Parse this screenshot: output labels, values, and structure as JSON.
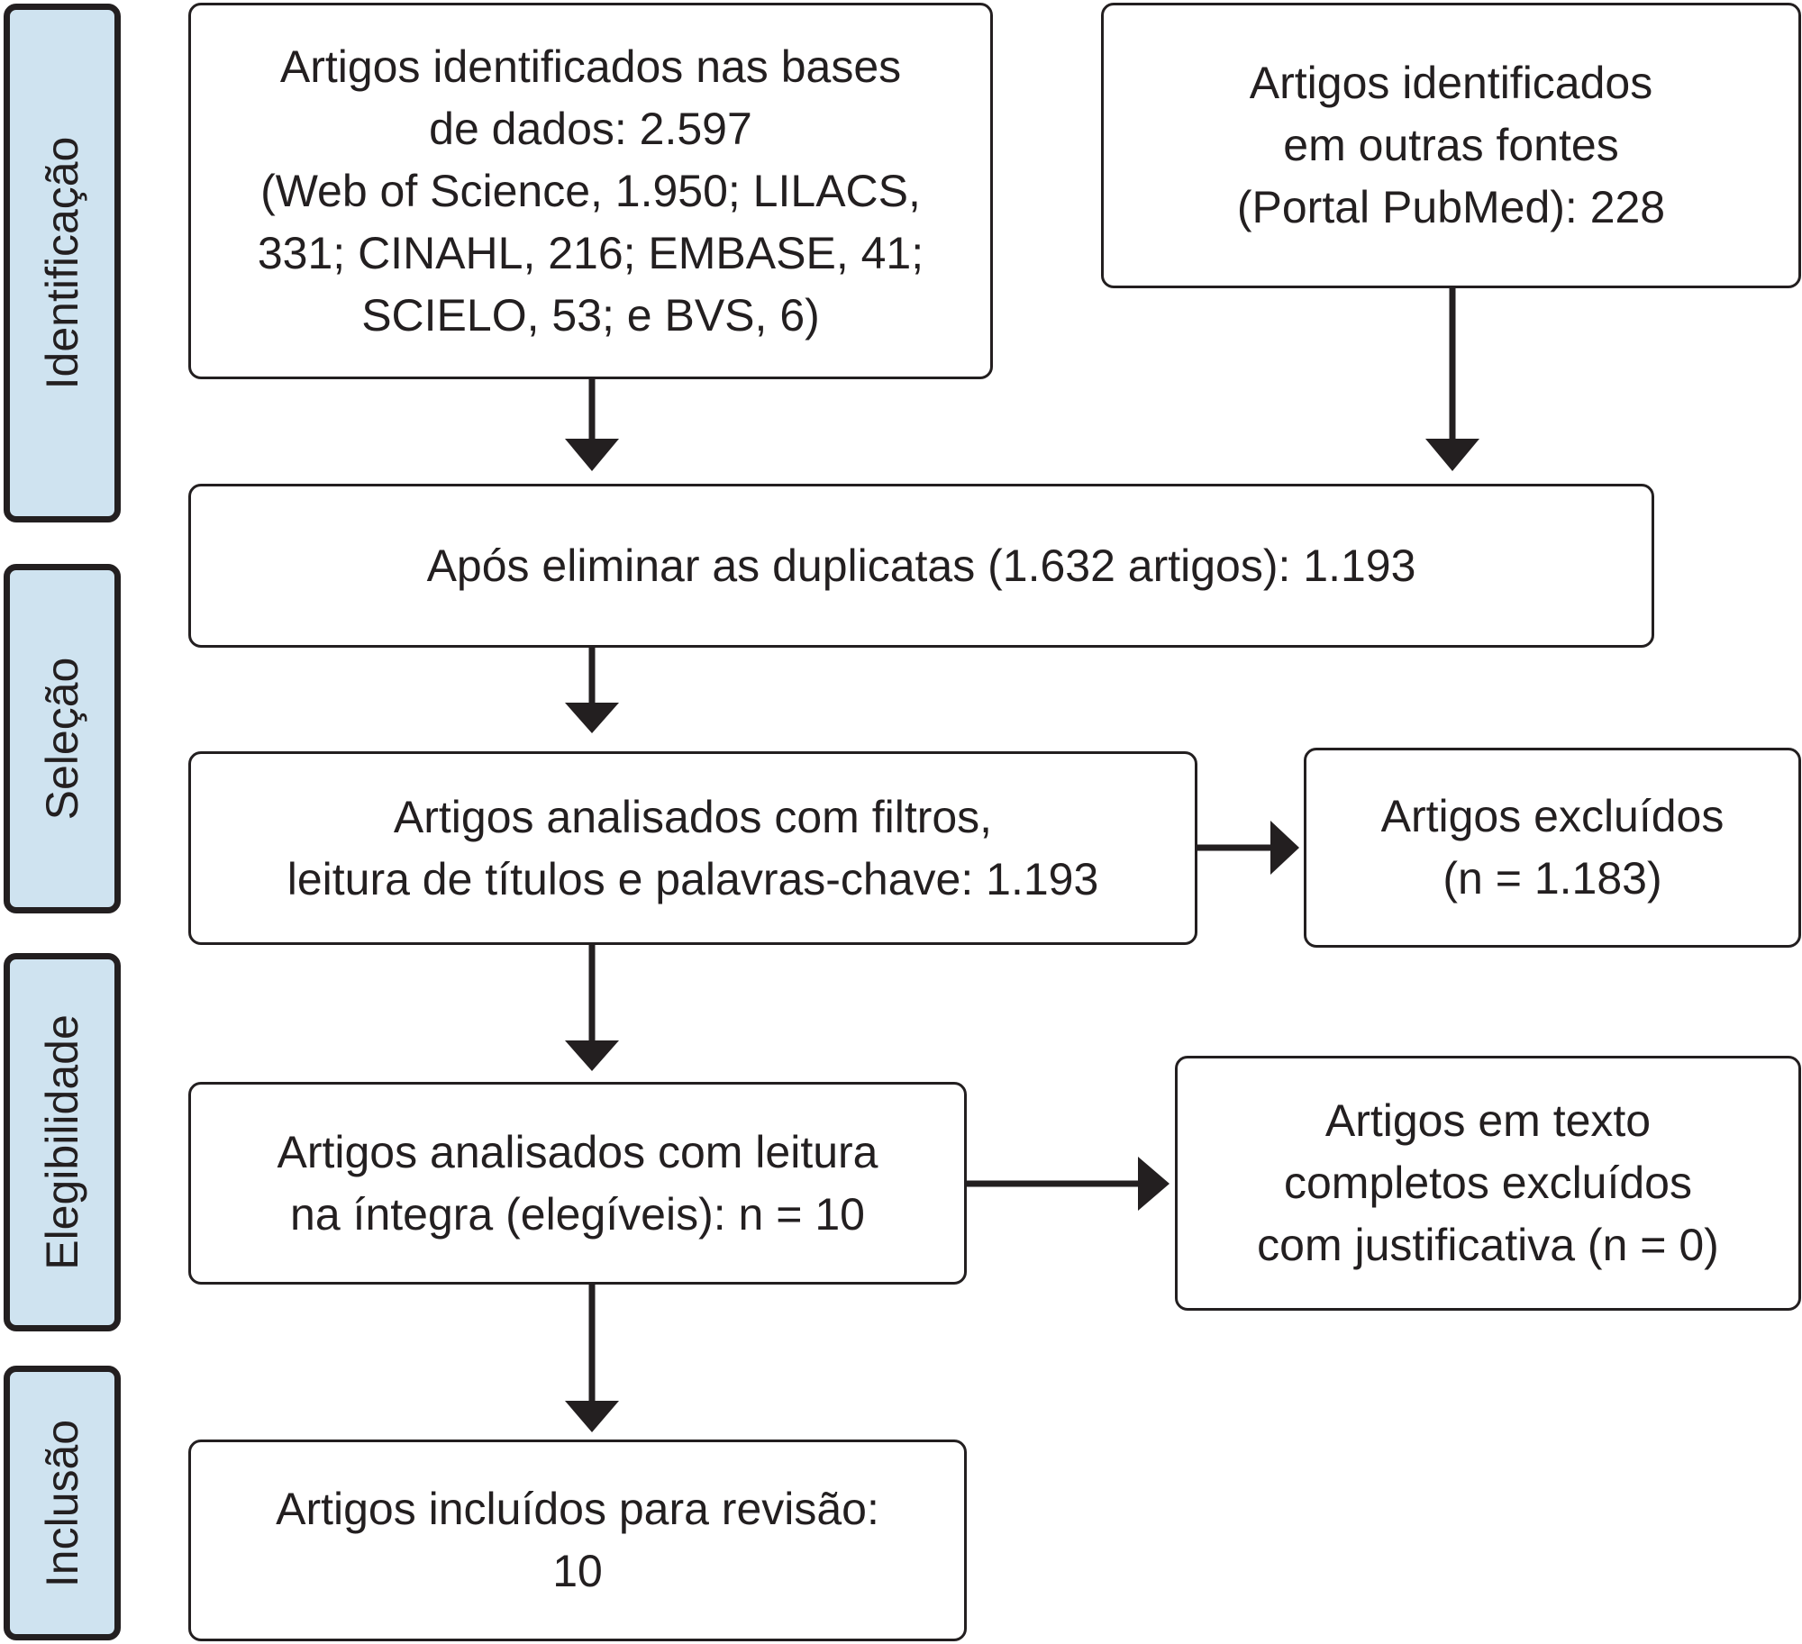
{
  "stages": {
    "identificacao": "Identificação",
    "selecao": "Seleção",
    "elegibilidade": "Elegibilidade",
    "inclusao": "Inclusão"
  },
  "boxes": {
    "databases": "Artigos identificados nas bases\nde dados: 2.597\n(Web of Science, 1.950; LILACS,\n331; CINAHL, 216; EMBASE, 41;\nSCIELO, 53; e BVS, 6)",
    "other_sources": "Artigos identificados\nem outras fontes\n(Portal PubMed): 228",
    "after_duplicates": "Após eliminar as duplicatas (1.632 artigos): 1.193",
    "screened": "Artigos analisados com filtros,\nleitura de títulos e palavras-chave: 1.193",
    "excluded": "Artigos excluídos\n(n = 1.183)",
    "full_text_assessed": "Artigos analisados com leitura\nna íntegra (elegíveis): n = 10",
    "full_text_excluded": "Artigos em texto\ncompletos excluídos\ncom justificativa (n = 0)",
    "included": "Artigos incluídos para revisão:\n10"
  },
  "colors": {
    "stage_fill": "#cfe3f0",
    "stroke": "#231f20",
    "box_fill": "#ffffff"
  }
}
